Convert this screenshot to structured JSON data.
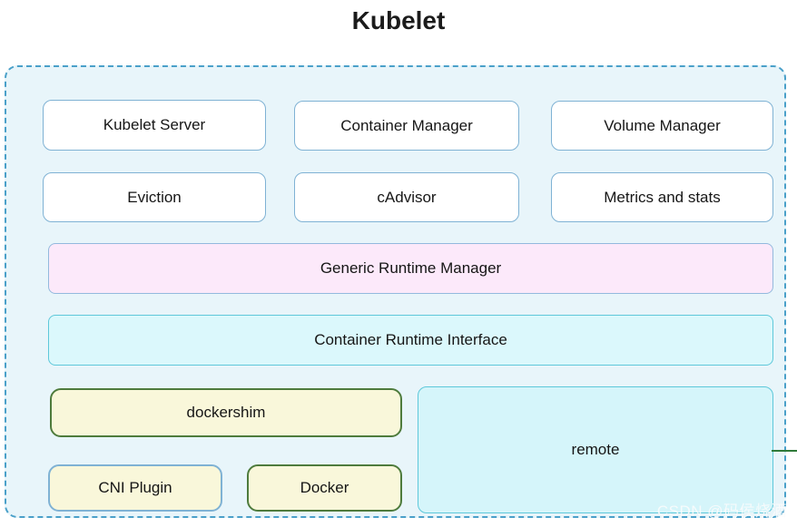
{
  "title": "Kubelet",
  "boxes": [
    {
      "label": "Kubelet Server"
    },
    {
      "label": "Container Manager"
    },
    {
      "label": "Volume Manager"
    },
    {
      "label": "Eviction"
    },
    {
      "label": "cAdvisor"
    },
    {
      "label": "Metrics and stats"
    }
  ],
  "layers": {
    "generic_runtime_manager": "Generic Runtime Manager",
    "container_runtime_interface": "Container Runtime Interface"
  },
  "runtimes": {
    "dockershim": "dockershim",
    "remote": "remote",
    "cni_plugin": "CNI Plugin",
    "docker": "Docker"
  },
  "watermark": "CSDN @码侯烧酒",
  "colors": {
    "container_border": "#4aa0c9",
    "container_fill": "#e8f5fa",
    "component_border": "#7fb2d4",
    "pink_fill": "#fce9fa",
    "cyan_fill": "#dbf8fc",
    "yellow_fill": "#f9f7da",
    "green_border": "#4e7b3c",
    "connector_green": "#2f7a3a"
  }
}
